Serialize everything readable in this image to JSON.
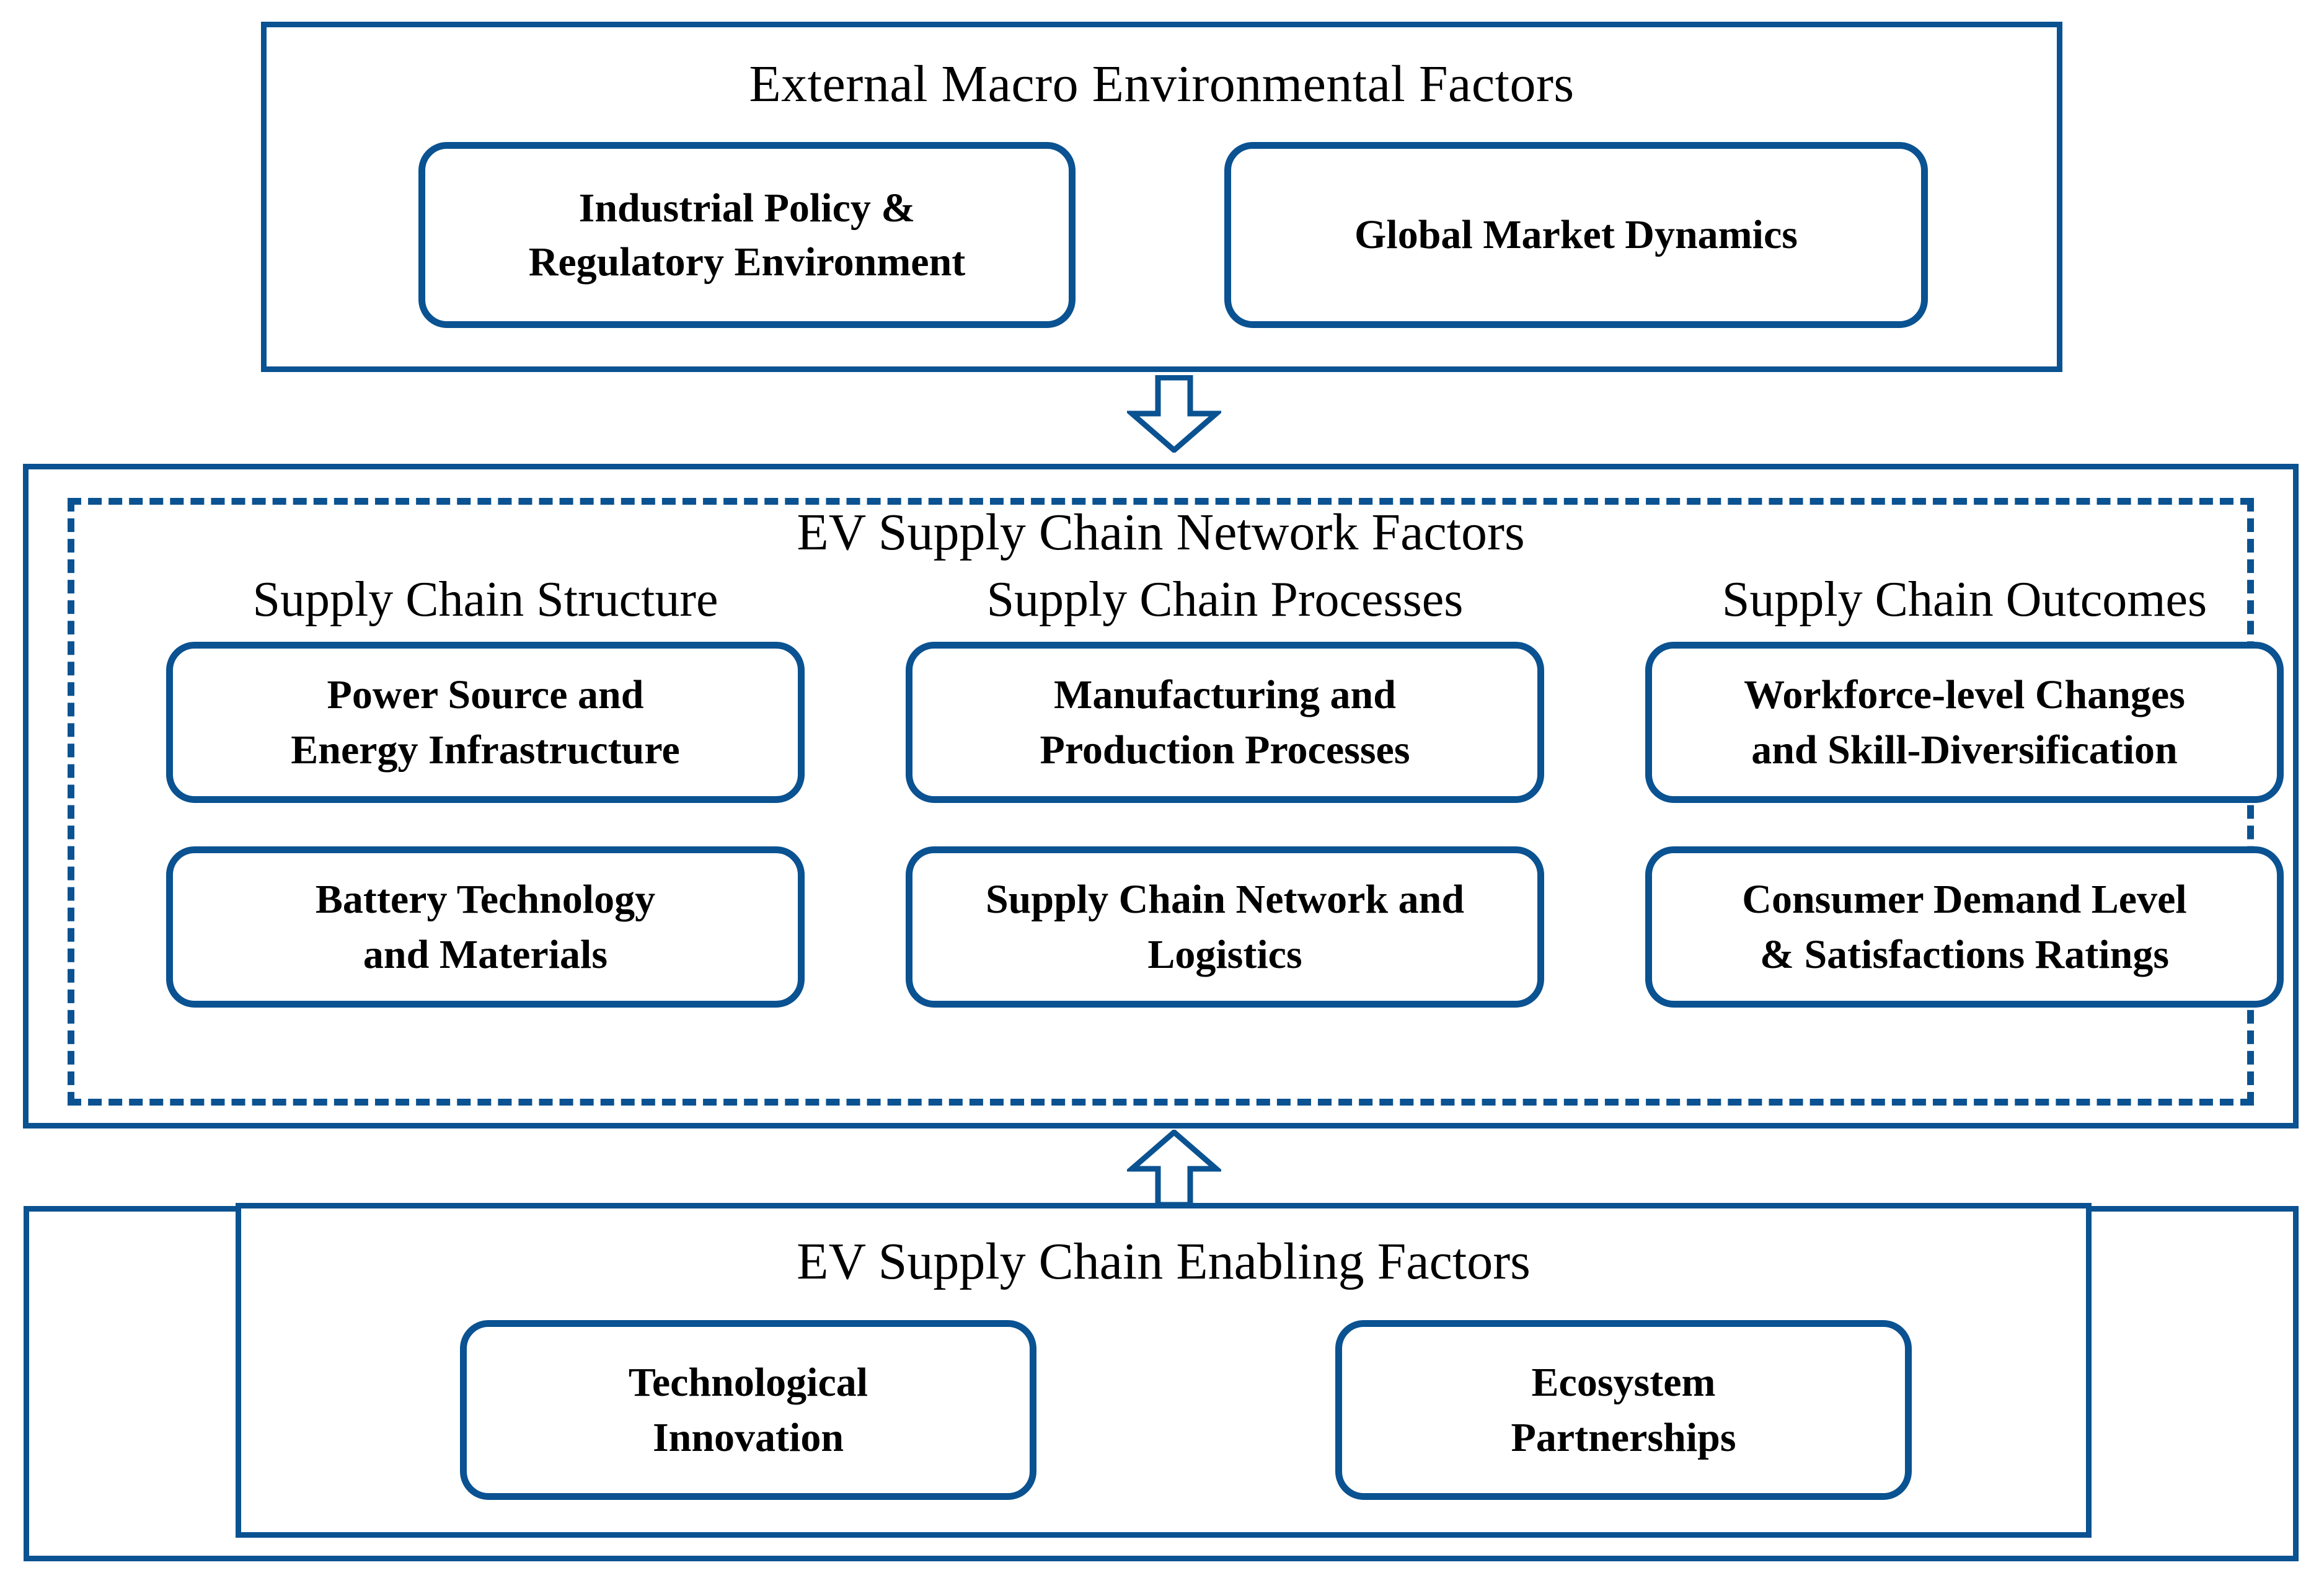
{
  "theme": {
    "accent_blue": "#0a5291",
    "background": "#ffffff",
    "text_color": "#000000"
  },
  "diagram": {
    "sections": {
      "macro": {
        "title": "External Macro Environmental Factors",
        "boxes": [
          {
            "line1": "Industrial Policy &",
            "line2": "Regulatory Environment"
          },
          {
            "line1": "Global Market Dynamics",
            "line2": ""
          }
        ]
      },
      "network": {
        "title": "EV Supply Chain Network Factors",
        "columns": [
          {
            "heading": "Supply Chain Structure",
            "boxes": [
              {
                "line1": "Power Source and",
                "line2": "Energy Infrastructure"
              },
              {
                "line1": "Battery Technology",
                "line2": "and Materials"
              }
            ]
          },
          {
            "heading": "Supply Chain Processes",
            "boxes": [
              {
                "line1": "Manufacturing and",
                "line2": "Production Processes"
              },
              {
                "line1": "Supply Chain Network and",
                "line2": "Logistics"
              }
            ]
          },
          {
            "heading": "Supply Chain Outcomes",
            "boxes": [
              {
                "line1": "Workforce-level Changes",
                "line2": "and Skill-Diversification"
              },
              {
                "line1": "Consumer Demand Level",
                "line2": "& Satisfactions Ratings"
              }
            ]
          }
        ]
      },
      "enabling": {
        "title": "EV Supply Chain Enabling Factors",
        "boxes": [
          {
            "line1": "Technological",
            "line2": "Innovation"
          },
          {
            "line1": "Ecosystem",
            "line2": "Partnerships"
          }
        ]
      }
    },
    "connectors": [
      {
        "name": "arrow-down-macro-to-network",
        "direction": "down"
      },
      {
        "name": "arrow-up-enabling-to-network",
        "direction": "up"
      }
    ]
  }
}
